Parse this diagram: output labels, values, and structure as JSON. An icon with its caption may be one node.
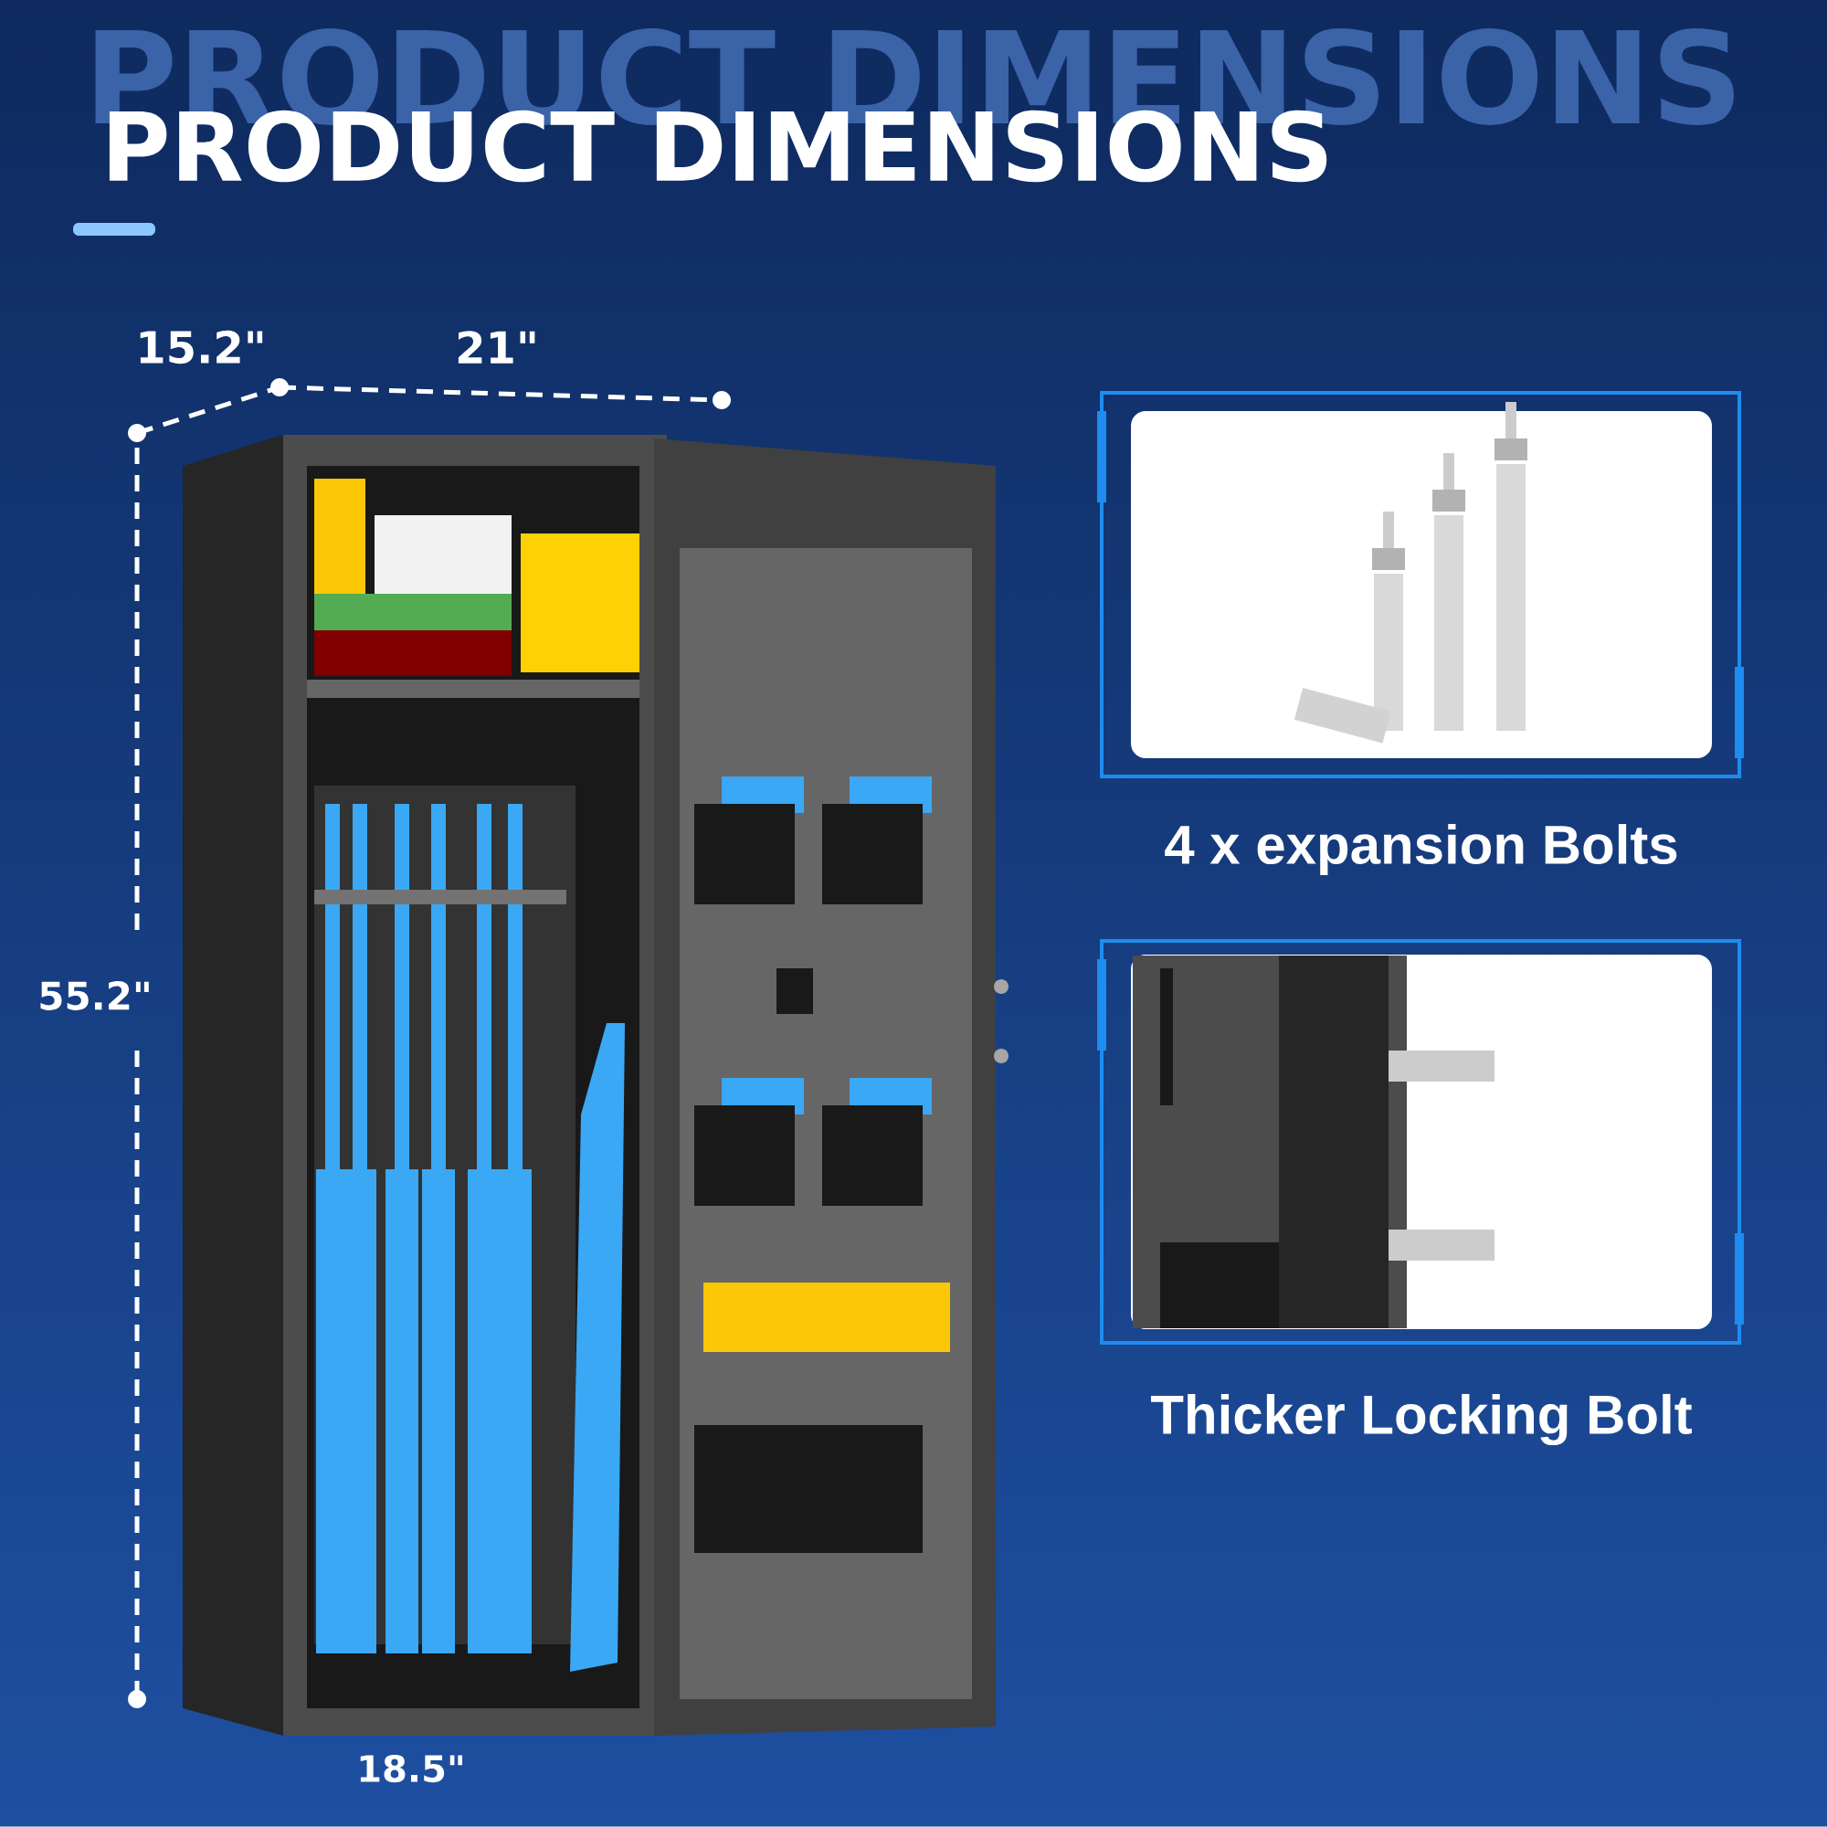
{
  "diagram": {
    "title": "PRODUCT DIMENSIONS",
    "nodes": [
      {
        "text": [
          "4 x expansion Bolts"
        ]
      },
      {
        "text": [
          "Thicker Locking Bolt"
        ]
      }
    ],
    "labels": [
      "PRODUCT DIMENSIONS",
      "15.2\"",
      "21\"",
      "55.2\"",
      "18.5\""
    ]
  }
}
